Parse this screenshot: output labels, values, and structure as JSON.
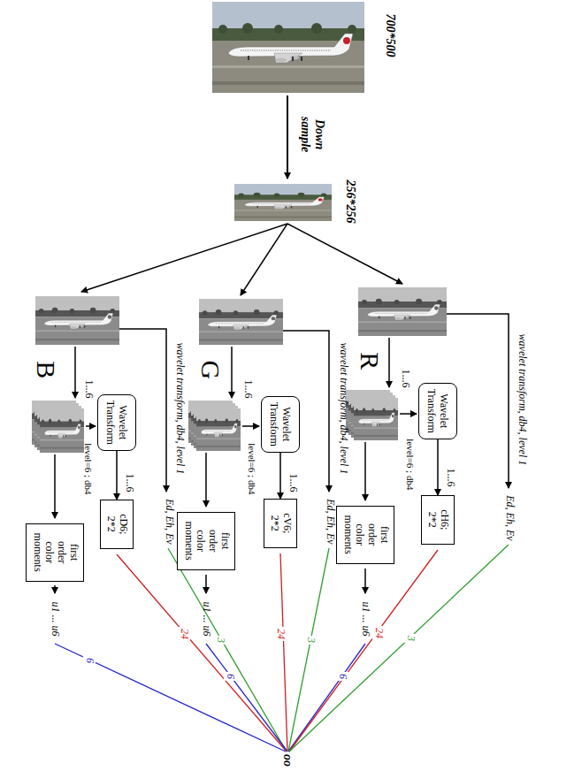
{
  "diagram": {
    "nodes": [
      {
        "text": [
          "Wavelet Transform"
        ]
      },
      {
        "text": [
          "cD6; 2*2"
        ]
      },
      {
        "text": [
          "first order color moments"
        ]
      },
      {
        "text": [
          "Wavelet Transform"
        ]
      },
      {
        "text": [
          "cV6; 2*2"
        ]
      },
      {
        "text": [
          "first order color moments"
        ]
      },
      {
        "text": [
          "Wavelet Transform"
        ]
      },
      {
        "text": [
          "cH6; 2*2"
        ]
      },
      {
        "text": [
          "first order color moments"
        ]
      }
    ],
    "edges": [
      {
        "from": 0,
        "to": 1,
        "arrow": "to"
      },
      {
        "from": 3,
        "to": 4,
        "arrow": "to"
      },
      {
        "from": 6,
        "to": 7,
        "arrow": "to"
      }
    ],
    "labels": [
      "700*500",
      "Down sample",
      "256*256",
      "B",
      "1...6",
      "level=6 ; db4",
      "1...6",
      "wavelet transform, db4, level 1",
      "Ed, Eh, Ev",
      "u1 ... u6",
      "G",
      "1...6",
      "level=6 ; db4",
      "1...6",
      "wavelet transform, db4, level 1",
      "Ed, Eh, Ev",
      "u1 ... u6",
      "R",
      "1...6",
      "level=6 ; db4",
      "1...6",
      "wavelet transform, db4, level 1",
      "Ed, Eh, Ev",
      "u1 ... u6",
      "6",
      "24",
      "3",
      "6",
      "24",
      "3",
      "6",
      "24",
      "3",
      "oo"
    ]
  }
}
